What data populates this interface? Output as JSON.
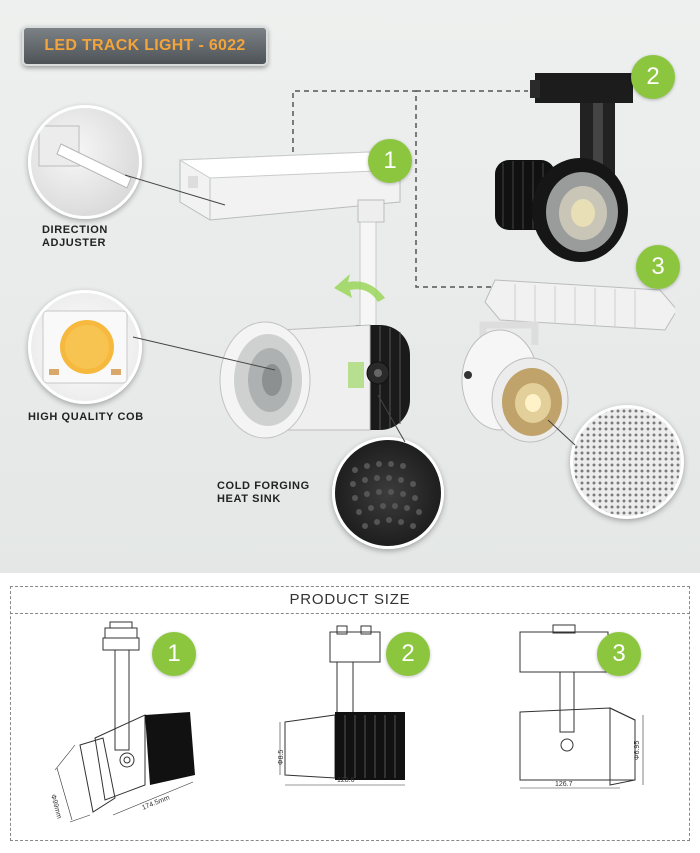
{
  "header": {
    "title": "LED TRACK LIGHT - 6022"
  },
  "features": {
    "direction_adjuster": {
      "line1": "DIRECTION",
      "line2": "ADJUSTER"
    },
    "cob": "HIGH QUALITY COB",
    "heat_sink": {
      "line1": "COLD FORGING",
      "line2": "HEAT SINK"
    }
  },
  "badges": [
    "1",
    "2",
    "3"
  ],
  "product_size": {
    "title": "PRODUCT SIZE",
    "badges": [
      "1",
      "2",
      "3"
    ],
    "dims": {
      "d1_diameter": "Φ99mm",
      "d1_length": "174.5mm",
      "d2_height": "Φ8.5",
      "d2_length": "128.6",
      "d3_height": "Φ6.95",
      "d3_length": "126.7"
    }
  },
  "colors": {
    "badge_green": "#8cc63f",
    "title_orange": "#f3a43a",
    "title_box": "#5b6165"
  }
}
